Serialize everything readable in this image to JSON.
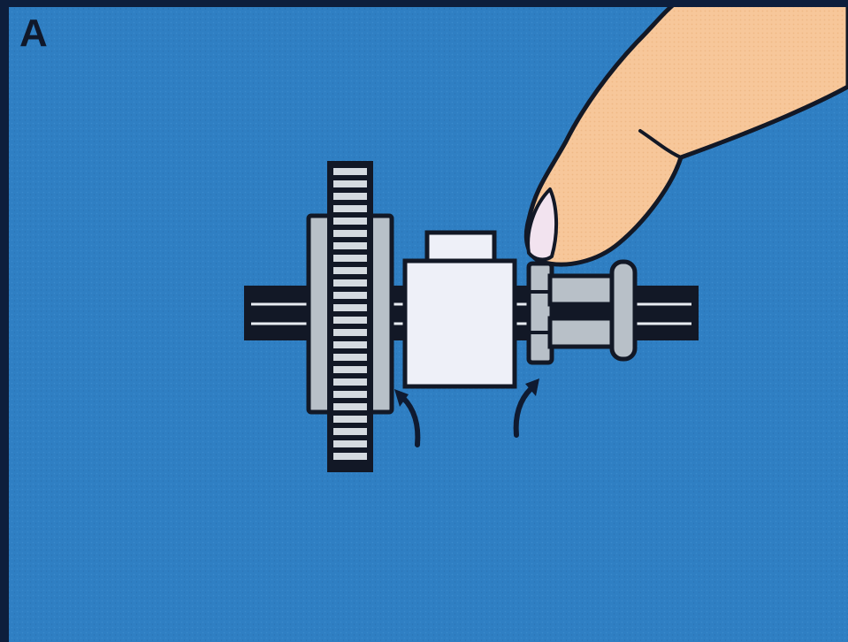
{
  "panel": {
    "label": "A"
  },
  "colors": {
    "background": "#2f7fc3",
    "frame": "#0d1e3c",
    "outline": "#121826",
    "metal": "#b8c0c8",
    "metal_light": "#d4dae0",
    "block": "#eef0f8",
    "skin": "#f7c79a",
    "nail": "#f2e3ef",
    "arrow": "#0f1a30"
  },
  "icons": {
    "gear": "spur-gear",
    "bearing": "bearing-block",
    "collar": "shaft-collar",
    "finger": "pointing-finger",
    "arrow": "curved-arrow"
  }
}
